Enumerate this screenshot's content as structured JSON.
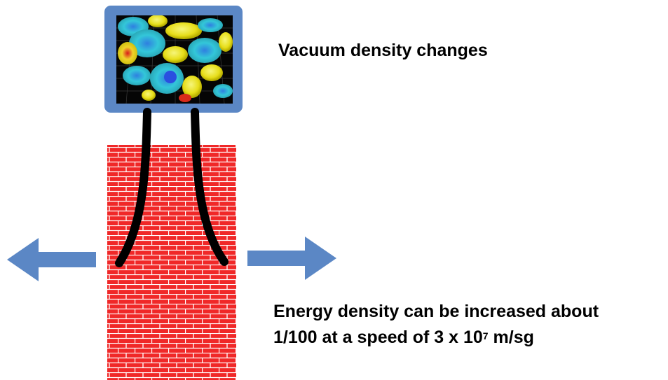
{
  "diagram": {
    "title": "Vacuum density changes",
    "energy_text": {
      "line1": "Energy density can be increased about",
      "line2_prefix": "1/100 at a speed of 3 x 10",
      "line2_exponent": "7",
      "line2_suffix": " m/sg"
    }
  },
  "colors": {
    "frame_blue": "#5b87c5",
    "arrow_blue": "#5b87c5",
    "brick_red": "#f02828",
    "mortar": "#ffffff",
    "leg_black": "#000000",
    "text": "#000000"
  },
  "icons": {
    "left_arrow": "left-arrow-icon",
    "right_arrow": "right-arrow-icon",
    "screen": "vacuum-fluctuation-screen"
  }
}
